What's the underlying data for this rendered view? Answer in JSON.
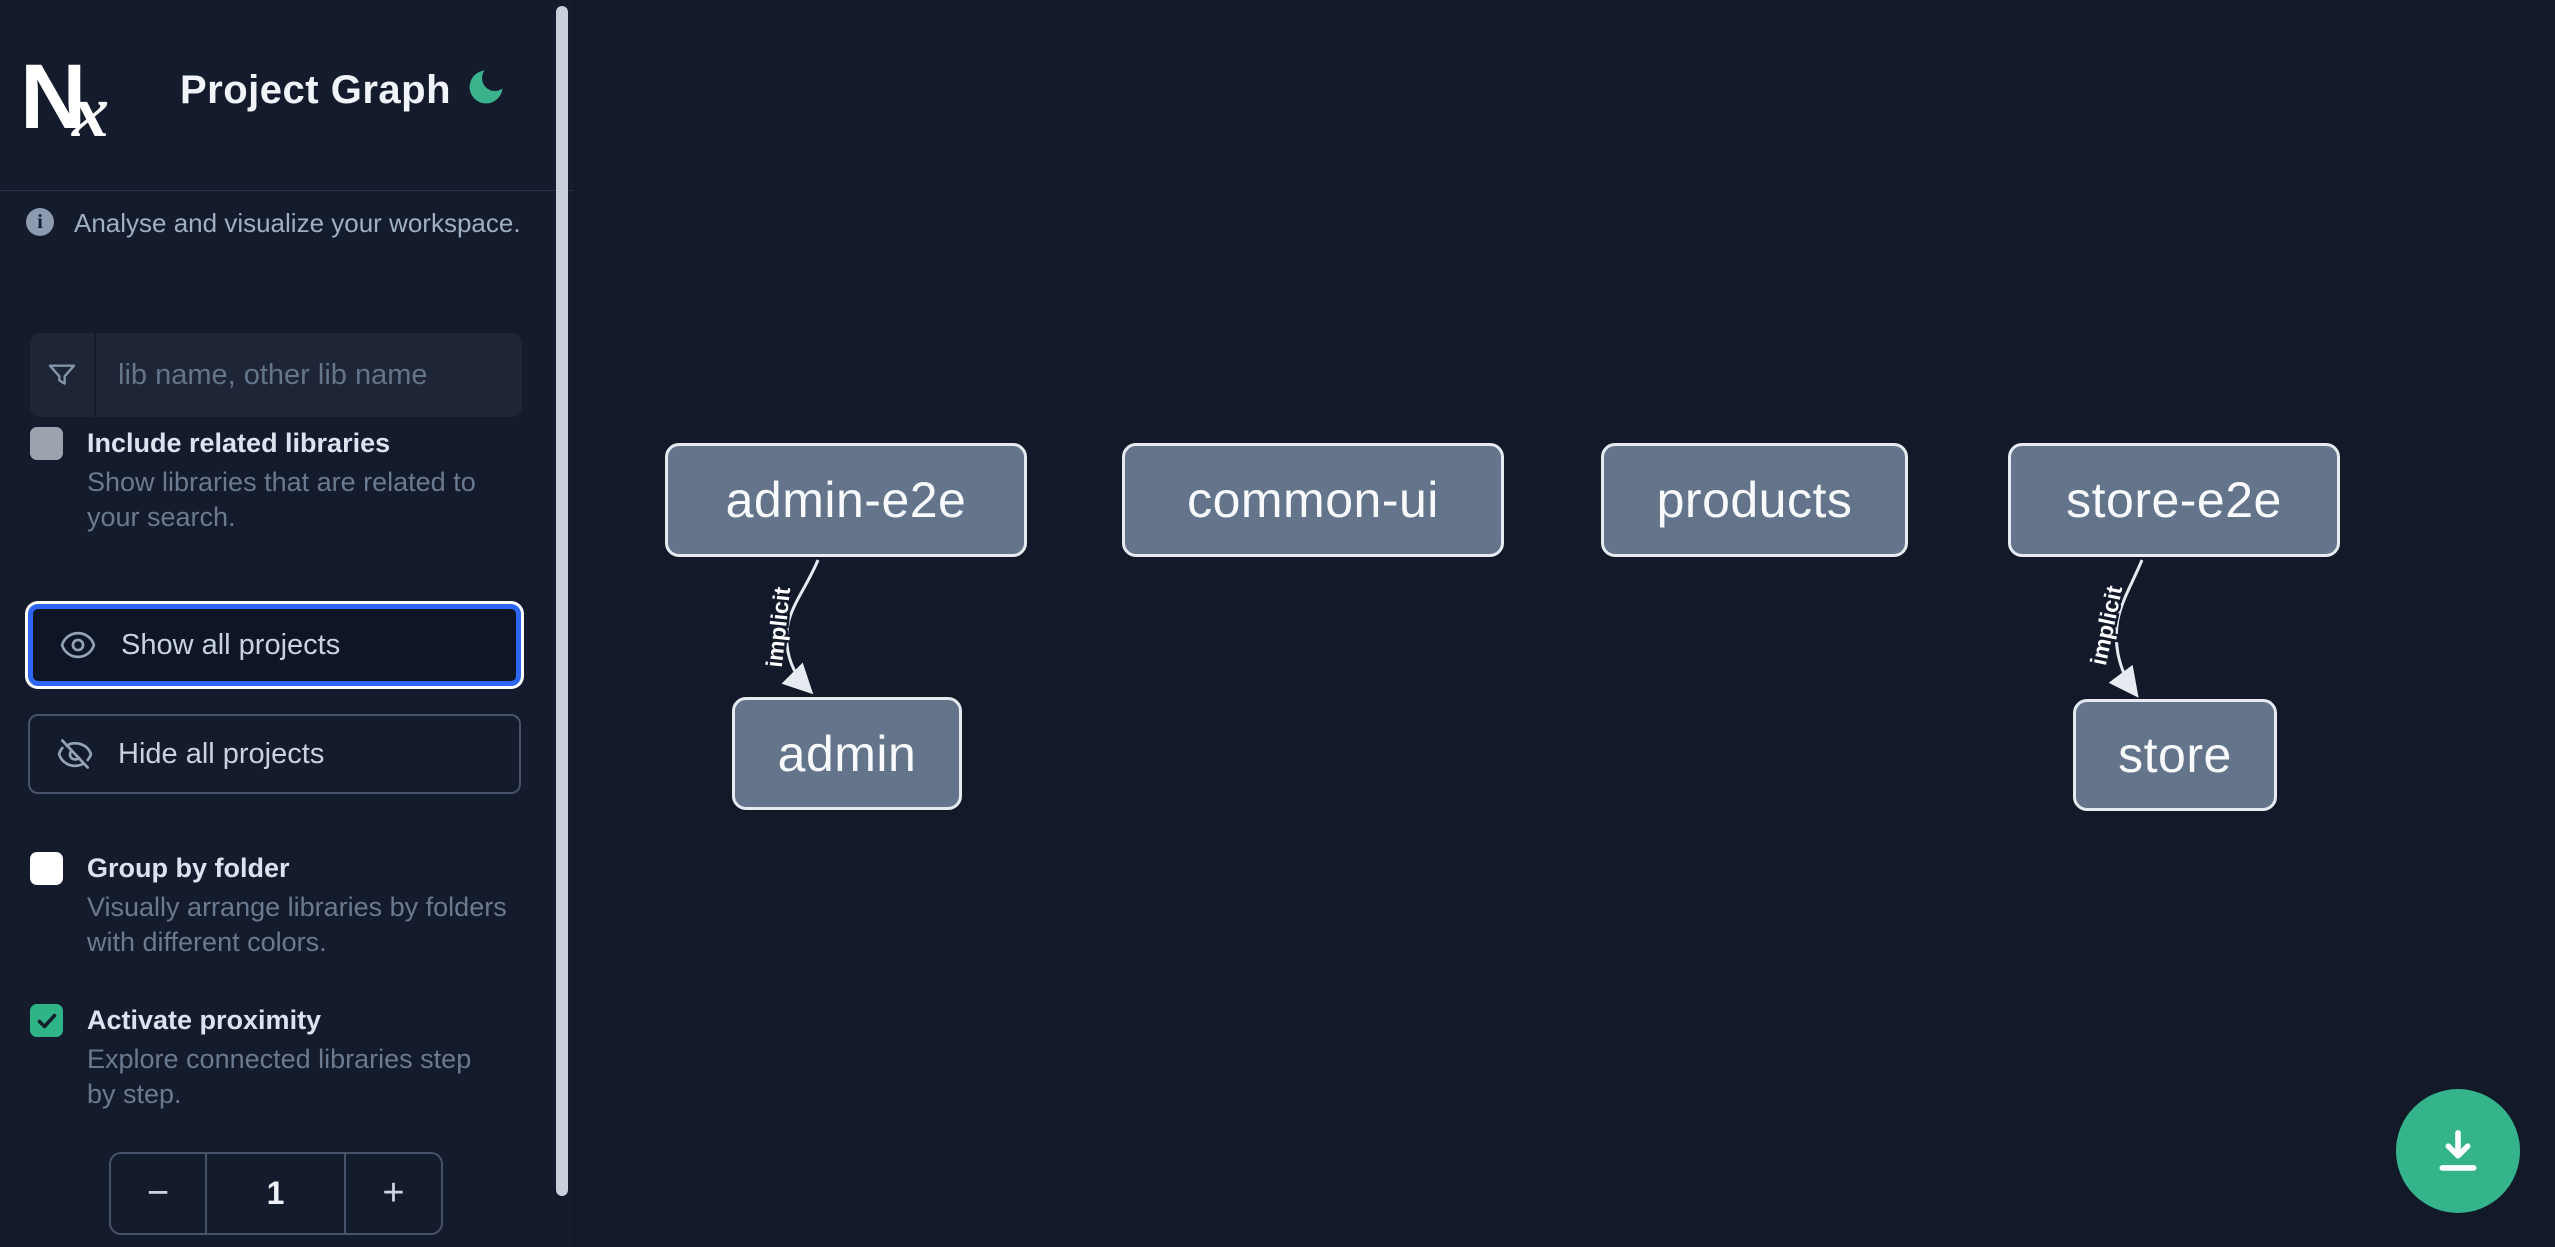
{
  "header": {
    "logo_text": "Nx",
    "title": "Project Graph",
    "theme_toggle_icon": "moon-icon"
  },
  "sidebar": {
    "tagline": "Analyse and visualize your workspace.",
    "search": {
      "icon": "funnel-icon",
      "placeholder": "lib name, other lib name",
      "value": ""
    },
    "include_related": {
      "label": "Include related libraries",
      "description": "Show libraries that are related to your search.",
      "checked": false
    },
    "show_all": {
      "label": "Show all projects",
      "icon": "eye-icon",
      "focused": true
    },
    "hide_all": {
      "label": "Hide all projects",
      "icon": "eye-off-icon"
    },
    "group_by_folder": {
      "label": "Group by folder",
      "description": "Visually arrange libraries by folders with different colors.",
      "checked": false
    },
    "activate_proximity": {
      "label": "Activate proximity",
      "description": "Explore connected libraries step by step.",
      "checked": true
    },
    "proximity_stepper": {
      "decrement": "−",
      "value": "1",
      "increment": "+"
    }
  },
  "graph": {
    "nodes": [
      {
        "label": "admin-e2e"
      },
      {
        "label": "common-ui"
      },
      {
        "label": "products"
      },
      {
        "label": "store-e2e"
      },
      {
        "label": "admin"
      },
      {
        "label": "store"
      }
    ],
    "edges": [
      {
        "from": "admin-e2e",
        "to": "admin",
        "label": "implicit"
      },
      {
        "from": "store-e2e",
        "to": "store",
        "label": "implicit"
      }
    ]
  },
  "fab": {
    "icon": "download-icon"
  },
  "colors": {
    "background": "#131a2b",
    "accent_green": "#35b48c",
    "focus_blue": "#2c66f2",
    "node_fill": "#64748b",
    "node_border": "#e6ebf1",
    "checkbox_checked": "#2eb486"
  }
}
